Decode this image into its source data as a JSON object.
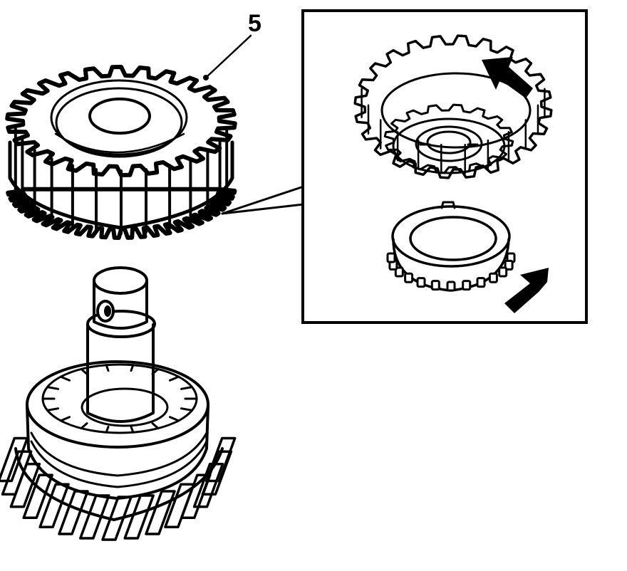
{
  "figure": {
    "callout_number": "5",
    "ink_color": "#000000",
    "paper_color": "#ffffff",
    "parts": [
      {
        "name": "gear",
        "icon": "spur-gear-icon"
      },
      {
        "name": "shaft",
        "icon": "output-shaft-icon"
      },
      {
        "name": "gear-detail",
        "icon": "gear-cone-icon"
      },
      {
        "name": "synchronizer-ring",
        "icon": "blocker-ring-icon"
      }
    ],
    "indicator_arrows": 2
  }
}
